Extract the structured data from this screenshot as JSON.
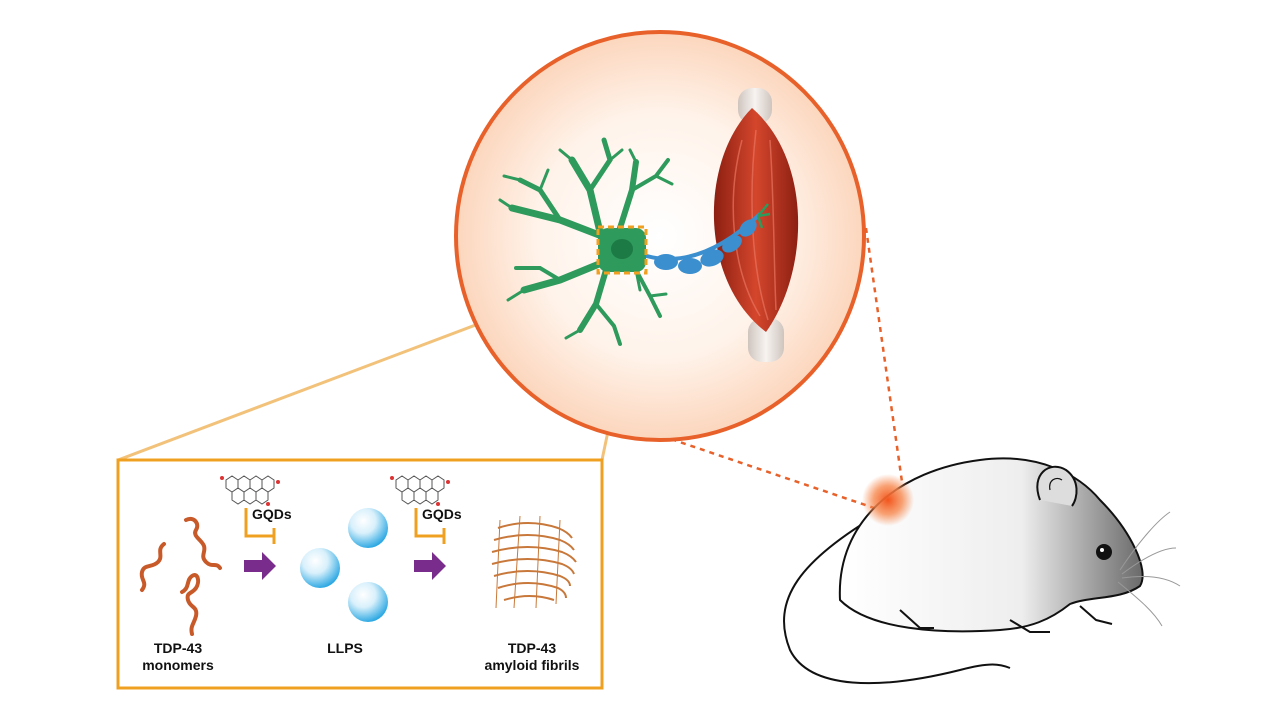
{
  "labels": {
    "monomers_line1": "TDP-43",
    "monomers_line2": "monomers",
    "llps": "LLPS",
    "fibrils_line1": "TDP-43",
    "fibrils_line2": "amyloid fibrils",
    "gqds_first": "GQDs",
    "gqds_second": "GQDs"
  },
  "colors": {
    "circle_outline": "#e8612a",
    "inset_border": "#f0a020",
    "neuron": "#2e9a5c",
    "axon_myelin": "#3b8fcf",
    "muscle": "#c23a26",
    "arrow": "#7a2c8c",
    "inhibitor": "#f0a020",
    "fibrils": "#c8783a",
    "monomers": "#c85a2a",
    "injection_spot": "#f26a2a"
  }
}
